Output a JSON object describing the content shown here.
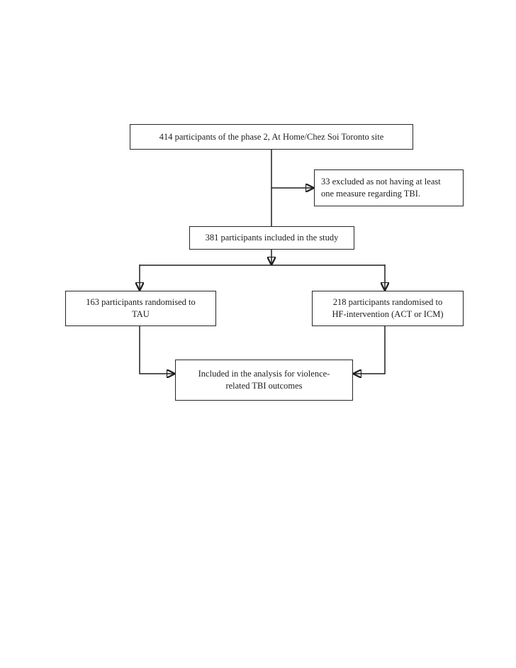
{
  "diagram": {
    "type": "flowchart",
    "description": "Participant flow diagram",
    "nodes": [
      {
        "id": "enrolled",
        "text": "414 participants of the phase 2, At Home/Chez Soi Toronto site"
      },
      {
        "id": "excluded",
        "text": "33 excluded as not having at least\none measure regarding TBI."
      },
      {
        "id": "included",
        "text": "381 participants included in the study"
      },
      {
        "id": "tau",
        "text": "163 participants randomised to\nTAU"
      },
      {
        "id": "hf",
        "text": "218 participants randomised to\nHF-intervention (ACT or ICM)"
      },
      {
        "id": "analysis",
        "text": "Included in the analysis for violence-\nrelated TBI outcomes"
      }
    ],
    "edges": [
      {
        "from": "enrolled",
        "to": "included"
      },
      {
        "from": "enrolled",
        "to": "excluded"
      },
      {
        "from": "included",
        "to": "tau"
      },
      {
        "from": "included",
        "to": "hf"
      },
      {
        "from": "tau",
        "to": "analysis"
      },
      {
        "from": "hf",
        "to": "analysis"
      }
    ],
    "colors": {
      "background": "#ffffff",
      "line": "#1f1f1f",
      "box_border": "#262626",
      "text": "#1d1d1d"
    }
  }
}
